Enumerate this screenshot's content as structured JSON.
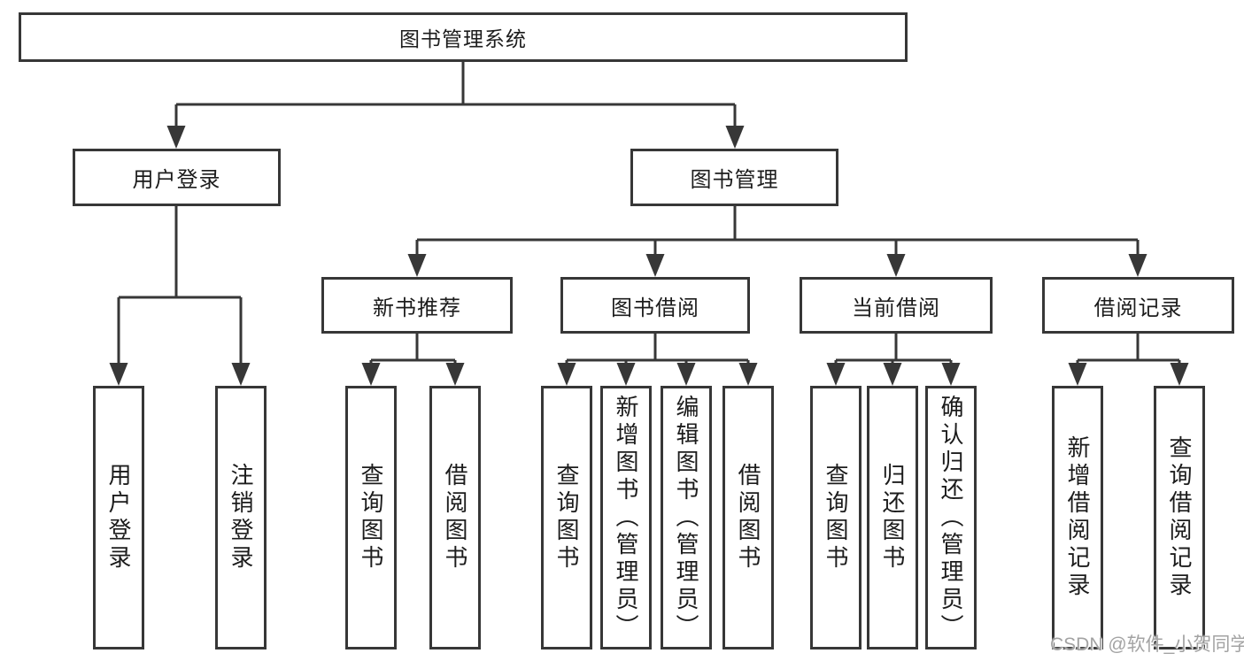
{
  "title": "图书管理系统",
  "tree": {
    "label": "图书管理系统",
    "children": [
      {
        "label": "用户登录",
        "children": [
          {
            "label": "用户登录"
          },
          {
            "label": "注销登录"
          }
        ]
      },
      {
        "label": "图书管理",
        "children": [
          {
            "label": "新书推荐",
            "children": [
              {
                "label": "查询图书"
              },
              {
                "label": "借阅图书"
              }
            ]
          },
          {
            "label": "图书借阅",
            "children": [
              {
                "label": "查询图书"
              },
              {
                "label": "新增图书（管理员）"
              },
              {
                "label": "编辑图书（管理员）"
              },
              {
                "label": "借阅图书"
              }
            ]
          },
          {
            "label": "当前借阅",
            "children": [
              {
                "label": "查询图书"
              },
              {
                "label": "归还图书"
              },
              {
                "label": "确认归还（管理员）"
              }
            ]
          },
          {
            "label": "借阅记录",
            "children": [
              {
                "label": "新增借阅记录"
              },
              {
                "label": "查询借阅记录"
              }
            ]
          }
        ]
      }
    ]
  },
  "watermark": "CSDN @软件_小贺同学",
  "colors": {
    "line": "#373737",
    "box_border": "#373737",
    "box_fill": "#ffffff",
    "text": "#1c1c1c",
    "watermark": "#a3a3a3",
    "background": "#ffffff"
  }
}
